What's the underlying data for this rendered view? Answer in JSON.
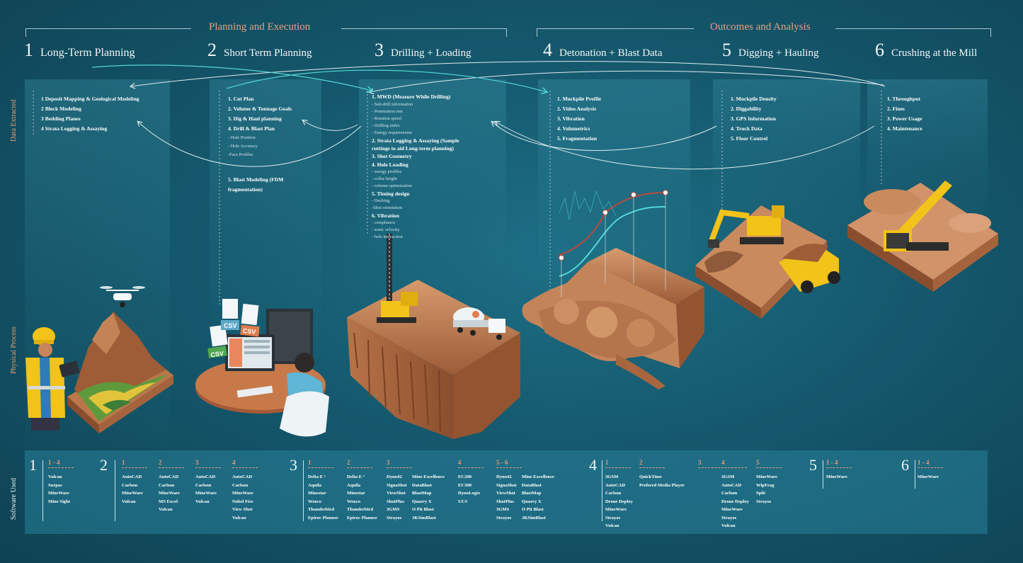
{
  "header": {
    "section_left": "Planning and Execution",
    "section_right": "Outcomes and Analysis",
    "stages": [
      {
        "num": "1",
        "name": "Long-Term Planning"
      },
      {
        "num": "2",
        "name": "Short Term Planning"
      },
      {
        "num": "3",
        "name": "Drilling + Loading"
      },
      {
        "num": "4",
        "name": "Detonation + Blast Data"
      },
      {
        "num": "5",
        "name": "Digging + Hauling"
      },
      {
        "num": "6",
        "name": "Crushing at the Mill"
      }
    ]
  },
  "side_labels": {
    "data_extracted": "Data Extracted",
    "physical_process": "Physical Process",
    "software_used": "Software Used"
  },
  "data_extracted": {
    "s1": [
      "1   Deposit Mapping  & Geological Modeling",
      "2   Block Modeling",
      "3   Bedding Planes",
      "4   Strata Logging & Assaying"
    ],
    "s2": {
      "items": [
        "1. Cut Plan",
        "2. Volume & Tonnage Goals",
        "3. Dig & Haul planning",
        "4. Drill & Blast Plan"
      ],
      "subs": [
        "- Hole Position",
        "- Hole Accuracy",
        "-Face Profiles"
      ],
      "blast_a": "5. Blast Modeling (FDM",
      "blast_b": "fragmentation)"
    },
    "s3": {
      "mwd": "1. MWD (Measure While Drilling)",
      "mwd_subs": [
        "- Sub-drill information",
        "- Penetration rate",
        "- Rotation speed",
        "- Drilling index",
        "- Energy requirements"
      ],
      "strata_a": "2. Strata Logging & Assaying (Sample",
      "strata_b": "cuttings to aid Long-term planning)",
      "shot": "3. Shot Geometry",
      "hole": "4. Hole Loading",
      "hole_subs": [
        "- energy profiles",
        "- collar height",
        "- column optimization"
      ],
      "timing": "5. Timing design",
      "timing_subs": [
        "- Decking",
        "-Shot orientation"
      ],
      "vib": "6. Vibration",
      "vib_subs": [
        "- compliance",
        "- sonic velocity",
        "- hole interaction"
      ]
    },
    "s4": [
      "1. Muckpile Profile",
      "2. Video Analysis",
      "3. Vibration",
      "4. Volumetrics",
      "5. Fragmentation"
    ],
    "s5": [
      "1. Muckpile Density",
      "2.  Diggability",
      "3.  GPS Information",
      "4.  Truck Data",
      "5.  Floor Control"
    ],
    "s6": [
      "1. Throughput",
      "2. Fines",
      "3. Power Usage",
      "4. Maintenance"
    ]
  },
  "illustration_text": {
    "csv": "CSV"
  },
  "software": {
    "s1": {
      "num": "1",
      "groups": [
        {
          "head": "1 - 4",
          "items": [
            "Vulcan",
            "Surpac",
            "MineWare",
            "Mine Sight"
          ]
        }
      ]
    },
    "s2": {
      "num": "2",
      "groups": [
        {
          "head": "1",
          "items": [
            "AutoCAD",
            "Carlson",
            "MineWare",
            "Vulcan"
          ]
        },
        {
          "head": "2",
          "items": [
            "AutoCAD",
            "Carlson",
            "MineWare",
            "MS Excel",
            "Vulcan"
          ]
        },
        {
          "head": "3",
          "items": [
            "AutoCAD",
            "Carlson",
            "MineWare",
            "Vulcan"
          ]
        },
        {
          "head": "4",
          "items": [
            "AutoCAD",
            "Carlson",
            "MineWare",
            "Nobel Fire",
            "View Shot",
            "Vulcan"
          ]
        }
      ]
    },
    "s3": {
      "num": "3",
      "groups": [
        {
          "head": "1",
          "items": [
            "Delta E ²",
            "Aquila",
            "Minestar",
            "Wenco",
            "Thunderbird",
            "Epiroc Planner"
          ]
        },
        {
          "head": "2",
          "items": [
            "Delta E ²",
            "Aquila",
            "Minestar",
            "Wenco",
            "Thunderbird",
            "Epiroc Planner"
          ]
        },
        {
          "head": "3",
          "items": [
            "Dyno42",
            "SignaShot",
            "ViewShot",
            "ShotPlus",
            "3GMS",
            "Strayos"
          ]
        },
        {
          "head": "",
          "items": [
            "Mine Excellence",
            "DataBlast",
            "BlastMap",
            "Quarry X",
            "O Pit Blast",
            "JKSimBlast"
          ]
        },
        {
          "head": "4",
          "items": [
            "EC200",
            "EC300",
            "DynoLogix",
            "UCS"
          ]
        },
        {
          "head": "5 - 6",
          "items": [
            "Dyno42",
            "SignaShot",
            "ViewShot",
            "ShotPlus",
            "3GMS",
            "Strayos"
          ]
        },
        {
          "head": "",
          "items": [
            "Mine Excellence",
            "DataBlast",
            "BlastMap",
            "Quarry X",
            "O Pit Blast",
            "JKSimBlast"
          ]
        }
      ]
    },
    "s4": {
      "num": "4",
      "groups": [
        {
          "head": "1",
          "items": [
            "3GSM",
            "AutoCAD",
            "Carlson",
            "Drone Deploy",
            "MineWare",
            "Strayos",
            "Vulcan"
          ]
        },
        {
          "head": "2",
          "items": [
            "QuickTime",
            "Prefered Media Player"
          ]
        },
        {
          "head": "3",
          "items": []
        },
        {
          "head": "4",
          "items": [
            "3GSM",
            "AutoCAD",
            "Carlson",
            "Drone Deploy",
            "MineWare",
            "Strayos",
            "Vulcan"
          ]
        },
        {
          "head": "5",
          "items": [
            "MineWare",
            "WipFrag",
            "Split",
            "Strayos"
          ]
        }
      ]
    },
    "s5": {
      "num": "5",
      "groups": [
        {
          "head": "1 - 4",
          "items": [
            "MineWare"
          ]
        }
      ]
    },
    "s6": {
      "num": "6",
      "groups": [
        {
          "head": "1 - 4",
          "items": [
            "MineWare"
          ]
        }
      ]
    }
  },
  "colors": {
    "accent_orange": "#e69a76",
    "background": "#15586d",
    "panel": "#2a8aa3",
    "rock": "#c98a5e",
    "machine_yellow": "#f2c318"
  }
}
